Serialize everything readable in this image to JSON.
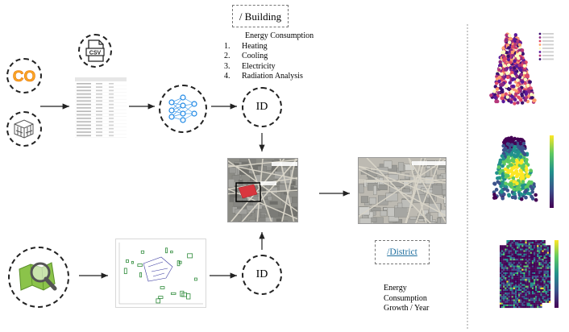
{
  "building": {
    "title": "/ Building",
    "subtitle": "Energy Consumption",
    "items": [
      {
        "num": "1.",
        "label": "Heating"
      },
      {
        "num": "2.",
        "label": "Cooling"
      },
      {
        "num": "3.",
        "label": "Electricity"
      },
      {
        "num": "4.",
        "label": "Radiation Analysis"
      }
    ]
  },
  "district": {
    "title": "/District",
    "outputs": [
      "Energy",
      "Consumption",
      "Growth / Year"
    ]
  },
  "nodes": {
    "id_top": "ID",
    "id_bottom": "ID",
    "csv_label": "CSV"
  },
  "logos": {
    "colab": "CO"
  },
  "icons": {
    "colab": "colab-logo",
    "sketch": "building-sketch-icon",
    "csv": "csv-file-icon",
    "neural_net": "neural-network-icon",
    "map_search": "map-search-icon"
  },
  "colors": {
    "line": "#222222",
    "colab_orange": "#f9a825",
    "district_link": "#1f6f9f",
    "building_red": "#d9363e",
    "neural_blue": "#1e88e5"
  }
}
